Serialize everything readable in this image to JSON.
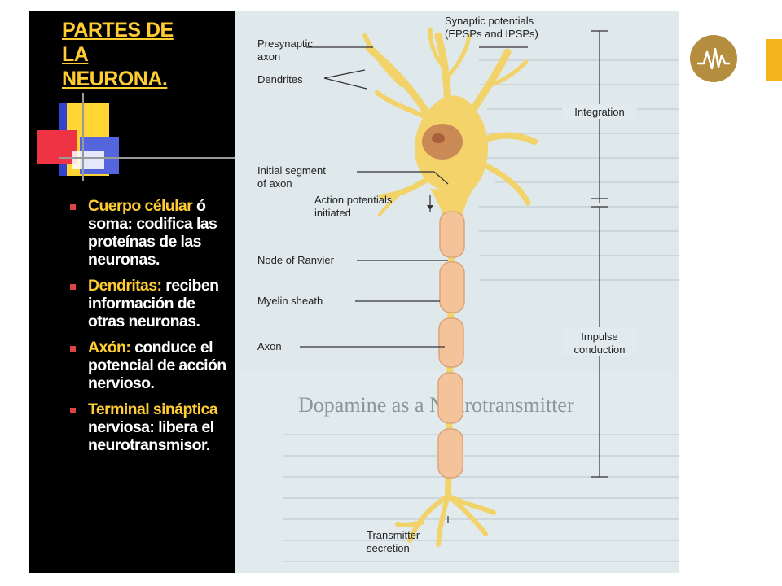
{
  "slide": {
    "title_lines": [
      "PARTES DE",
      "LA",
      "NEURONA."
    ],
    "bullets": [
      {
        "term": "Cuerpo célular",
        "text": " ó soma: codifica las proteínas de las neuronas."
      },
      {
        "term": "Dendritas:",
        "text": " reciben información de otras neuronas."
      },
      {
        "term": "Axón:",
        "text": " conduce el potencial de acción nervioso."
      },
      {
        "term": "Terminal sináptica",
        "text": " nerviosa: libera el neurotransmisor."
      }
    ],
    "colors": {
      "title": "#ffcc33",
      "panel": "#000000",
      "bullet_marker": "#dd4444",
      "accent": "#f3b31c"
    }
  },
  "figure": {
    "left_labels": {
      "presynaptic_1": "Presynaptic",
      "presynaptic_2": "axon",
      "dendrites": "Dendrites",
      "initial_1": "Initial segment",
      "initial_2": "of axon",
      "ap_1": "Action potentials",
      "ap_2": "initiated",
      "node": "Node of Ranvier",
      "myelin": "Myelin sheath",
      "axon": "Axon",
      "transmitter_1": "Transmitter",
      "transmitter_2": "secretion"
    },
    "right_labels": {
      "synaptic_1": "Synaptic potentials",
      "synaptic_2": "(EPSPs and IPSPs)",
      "integration": "Integration",
      "impulse_1": "Impulse",
      "impulse_2": "conduction"
    },
    "book_heading": "Dopamine as a Neurotransmitter"
  },
  "logo": {
    "icon": "neuron-wave-logo-icon"
  }
}
